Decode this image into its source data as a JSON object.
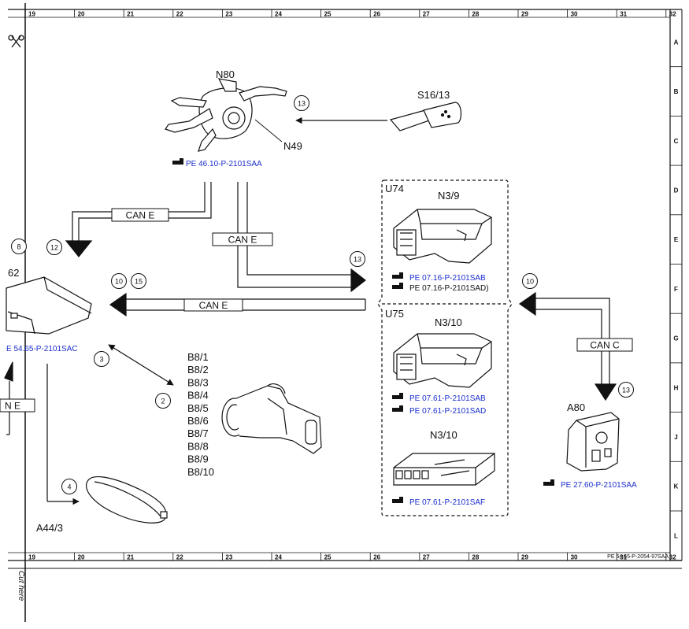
{
  "grid": {
    "columns": [
      "19",
      "20",
      "21",
      "22",
      "23",
      "24",
      "25",
      "26",
      "27",
      "28",
      "29",
      "30",
      "31",
      "32"
    ],
    "rows": [
      "A",
      "B",
      "C",
      "D",
      "E",
      "F",
      "G",
      "H",
      "J",
      "K",
      "L"
    ]
  },
  "components": {
    "n80": "N80",
    "n49": "N49",
    "s16_13": "S16/13",
    "u74": "U74",
    "n3_9": "N3/9",
    "u75": "U75",
    "n3_10a": "N3/10",
    "n3_10b": "N3/10",
    "a80": "A80",
    "a44_3": "A44/3",
    "left_partial": "62",
    "sensors": [
      "B8/1",
      "B8/2",
      "B8/3",
      "B8/4",
      "B8/5",
      "B8/6",
      "B8/7",
      "B8/8",
      "B8/9",
      "B8/10"
    ]
  },
  "references": {
    "n80_ref": "PE 46.10-P-2101SAA",
    "n3_9_ref1": "PE 07.16-P-2101SAB",
    "n3_9_ref2": "PE 07.16-P-2101SAD)",
    "n3_10_ref1": "PE 07.61-P-2101SAB",
    "n3_10_ref2": "PE 07.61-P-2101SAD",
    "n3_10b_ref": "PE 07.61-P-2101SAF",
    "a80_ref": "PE 27.60-P-2101SAA",
    "left_ref": "E 54.65-P-2101SAC",
    "sheet_id": "PE 54.65-P-2054-97SAA"
  },
  "bus_labels": {
    "can_e_1": "CAN E",
    "can_e_2": "CAN E",
    "can_e_3": "CAN E",
    "can_c": "CAN C",
    "left_partial": "N E"
  },
  "callouts": {
    "c13_top": "13",
    "c12": "12",
    "c8": "8",
    "c13_mid": "13",
    "c10_left": "10",
    "c15": "15",
    "c10_right": "10",
    "c3": "3",
    "c2": "2",
    "c13_right": "13",
    "c4": "4"
  },
  "cut_note": "Cut here"
}
